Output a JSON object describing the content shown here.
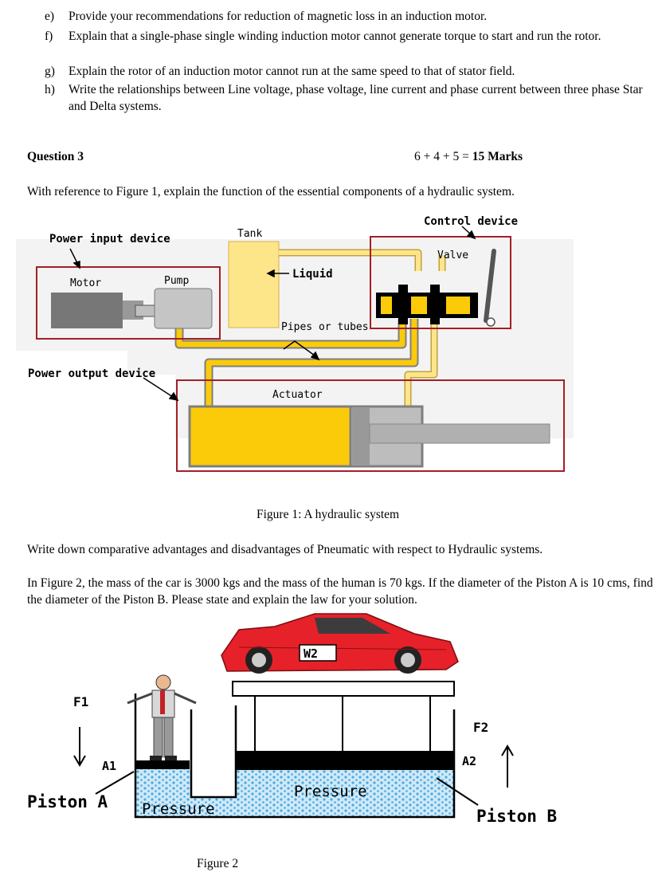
{
  "questions_prev": [
    {
      "letter": "e)",
      "text": "Provide your recommendations for reduction of magnetic loss in an induction motor."
    },
    {
      "letter": "f)",
      "text": "Explain that a single-phase single winding induction motor cannot generate torque to start and run the rotor."
    },
    {
      "letter": "g)",
      "text": "Explain the rotor of an induction motor cannot run at the same speed to that of stator field."
    },
    {
      "letter": "h)",
      "text": "Write the relationships between Line voltage, phase voltage, line current and phase current between three phase Star and Delta systems."
    }
  ],
  "question3": {
    "title": "Question 3",
    "marks_formula": "6 + 4 + 5 = ",
    "marks_total": "15 Marks",
    "part1": "With reference to Figure 1, explain the function of the essential components of a hydraulic system.",
    "part2": "Write down comparative advantages and disadvantages of Pneumatic with respect to Hydraulic systems.",
    "part3": "In Figure 2, the mass of the car is 3000 kgs and the mass of the human is 70 kgs. If the diameter of the Piston A is 10 cms, find the diameter of the Piston B. Please state and explain the law for your solution."
  },
  "figure1": {
    "caption": "Figure 1: A hydraulic system",
    "labels": {
      "power_input": "Power input device",
      "motor": "Motor",
      "pump": "Pump",
      "tank": "Tank",
      "liquid": "Liquid",
      "control_device": "Control device",
      "valve": "Valve",
      "pipes": "Pipes or tubes",
      "power_output": "Power output device",
      "actuator": "Actuator"
    },
    "colors": {
      "fluid": "#fbcb0a",
      "tank": "#fde58a",
      "frame": "#a31f24",
      "motor": "#777777"
    }
  },
  "figure2": {
    "caption": "Figure 2",
    "labels": {
      "f1": "F1",
      "a1": "A1",
      "piston_a": "Piston A",
      "pressure_small": "Pressure",
      "pressure_big": "Pressure",
      "w2": "W2",
      "f2": "F2",
      "a2": "A2",
      "piston_b": "Piston B"
    },
    "colors": {
      "car": "#e62129",
      "fluid": "#cfe9f8",
      "dots": "#2a9ad8"
    }
  }
}
